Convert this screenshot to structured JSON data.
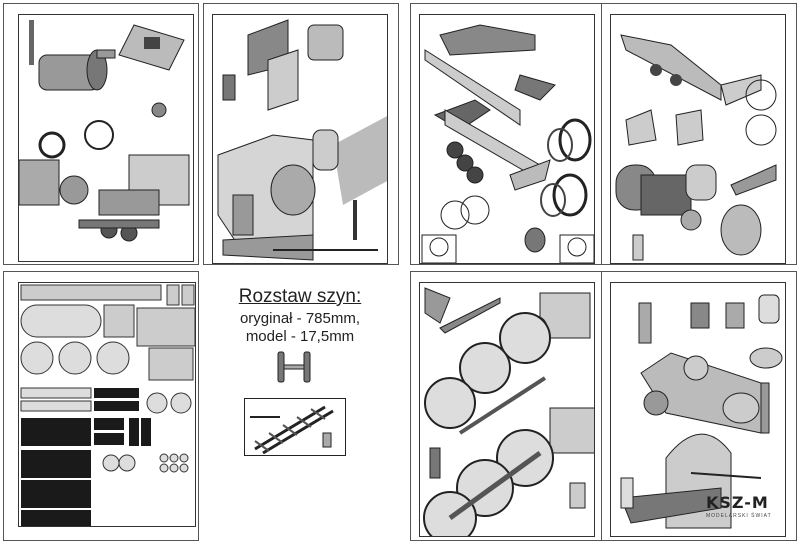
{
  "gauge_note": {
    "title": "Rozstaw szyn:",
    "original": "oryginał - 785mm,",
    "model": "model -  17,5mm"
  },
  "logo": {
    "brand": "KSZ-M",
    "subtitle": "MODELARSKI ŚWIAT"
  },
  "sheets": [
    {
      "name": "boiler-cab-parts-sheet"
    },
    {
      "name": "cab-interior-sheet"
    },
    {
      "name": "frame-chassis-sheet"
    },
    {
      "name": "tender-boiler-sheet"
    },
    {
      "name": "cut-out-parts-sheet"
    },
    {
      "name": "wheels-drivetrain-sheet"
    },
    {
      "name": "assembly-overview-sheet"
    }
  ],
  "colors": {
    "paper": "#ffffff",
    "part_gray": "#bdbdbd",
    "dark_gray": "#6e6e6e",
    "black": "#1a1a1a",
    "border": "#555555"
  }
}
